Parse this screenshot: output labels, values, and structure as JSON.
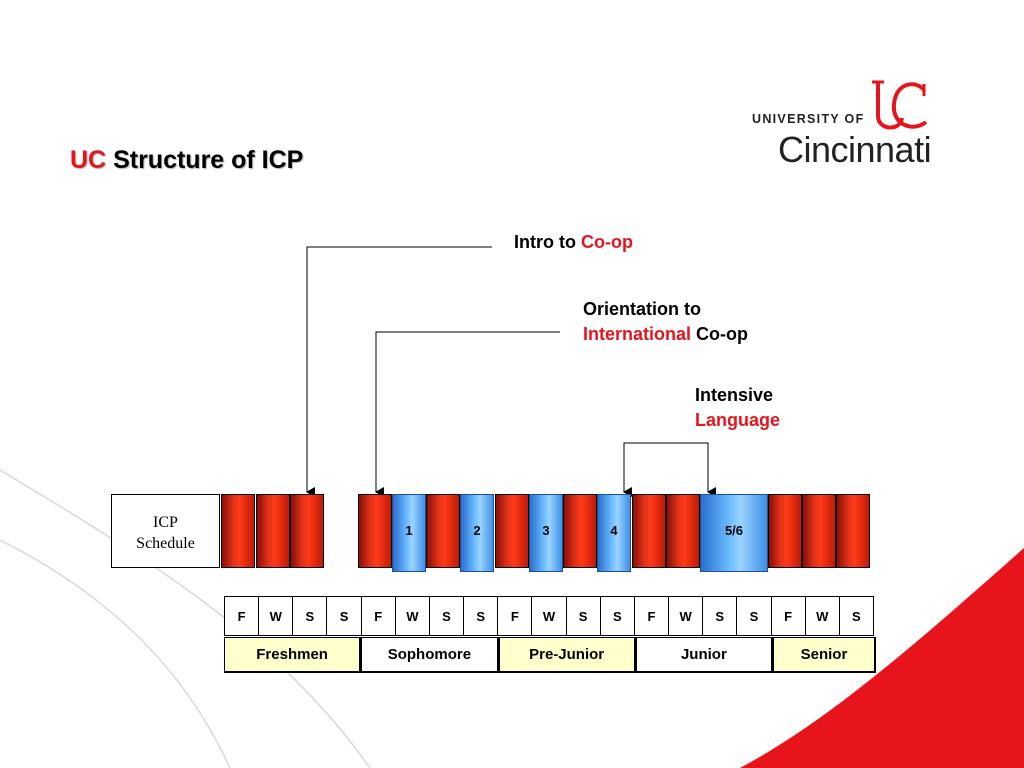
{
  "title": {
    "prefix": "UC",
    "rest": "Structure of ICP"
  },
  "logo": {
    "small": "UNIVERSITY OF",
    "big": "Cincinnati",
    "monogram": "UC"
  },
  "callouts": {
    "intro": {
      "line1_black": "Intro to",
      "line1_red": "Co-op"
    },
    "orientation": {
      "line1": "Orientation to",
      "line2_red": "International",
      "line2_black": "Co-op"
    },
    "language": {
      "line1": "Intensive",
      "line2_red": "Language"
    }
  },
  "schedule": {
    "label_line1": "ICP",
    "label_line2": "Schedule",
    "blocks": [
      "1",
      "2",
      "3",
      "4",
      "5/6"
    ]
  },
  "quarters": [
    "F",
    "W",
    "S",
    "S",
    "F",
    "W",
    "S",
    "S",
    "F",
    "W",
    "S",
    "S",
    "F",
    "W",
    "S",
    "S",
    "F",
    "W",
    "S"
  ],
  "years": [
    {
      "label": "Freshmen",
      "span": 4,
      "color": "#ffffcc"
    },
    {
      "label": "Sophomore",
      "span": 4,
      "color": "#ffffff"
    },
    {
      "label": "Pre-Junior",
      "span": 4,
      "color": "#ffffcc"
    },
    {
      "label": "Junior",
      "span": 4,
      "color": "#ffffff"
    },
    {
      "label": "Senior",
      "span": 3,
      "color": "#ffffcc"
    }
  ],
  "colors": {
    "accent": "#e8141c",
    "work": "#d42a10",
    "study": "#4da6ff"
  }
}
